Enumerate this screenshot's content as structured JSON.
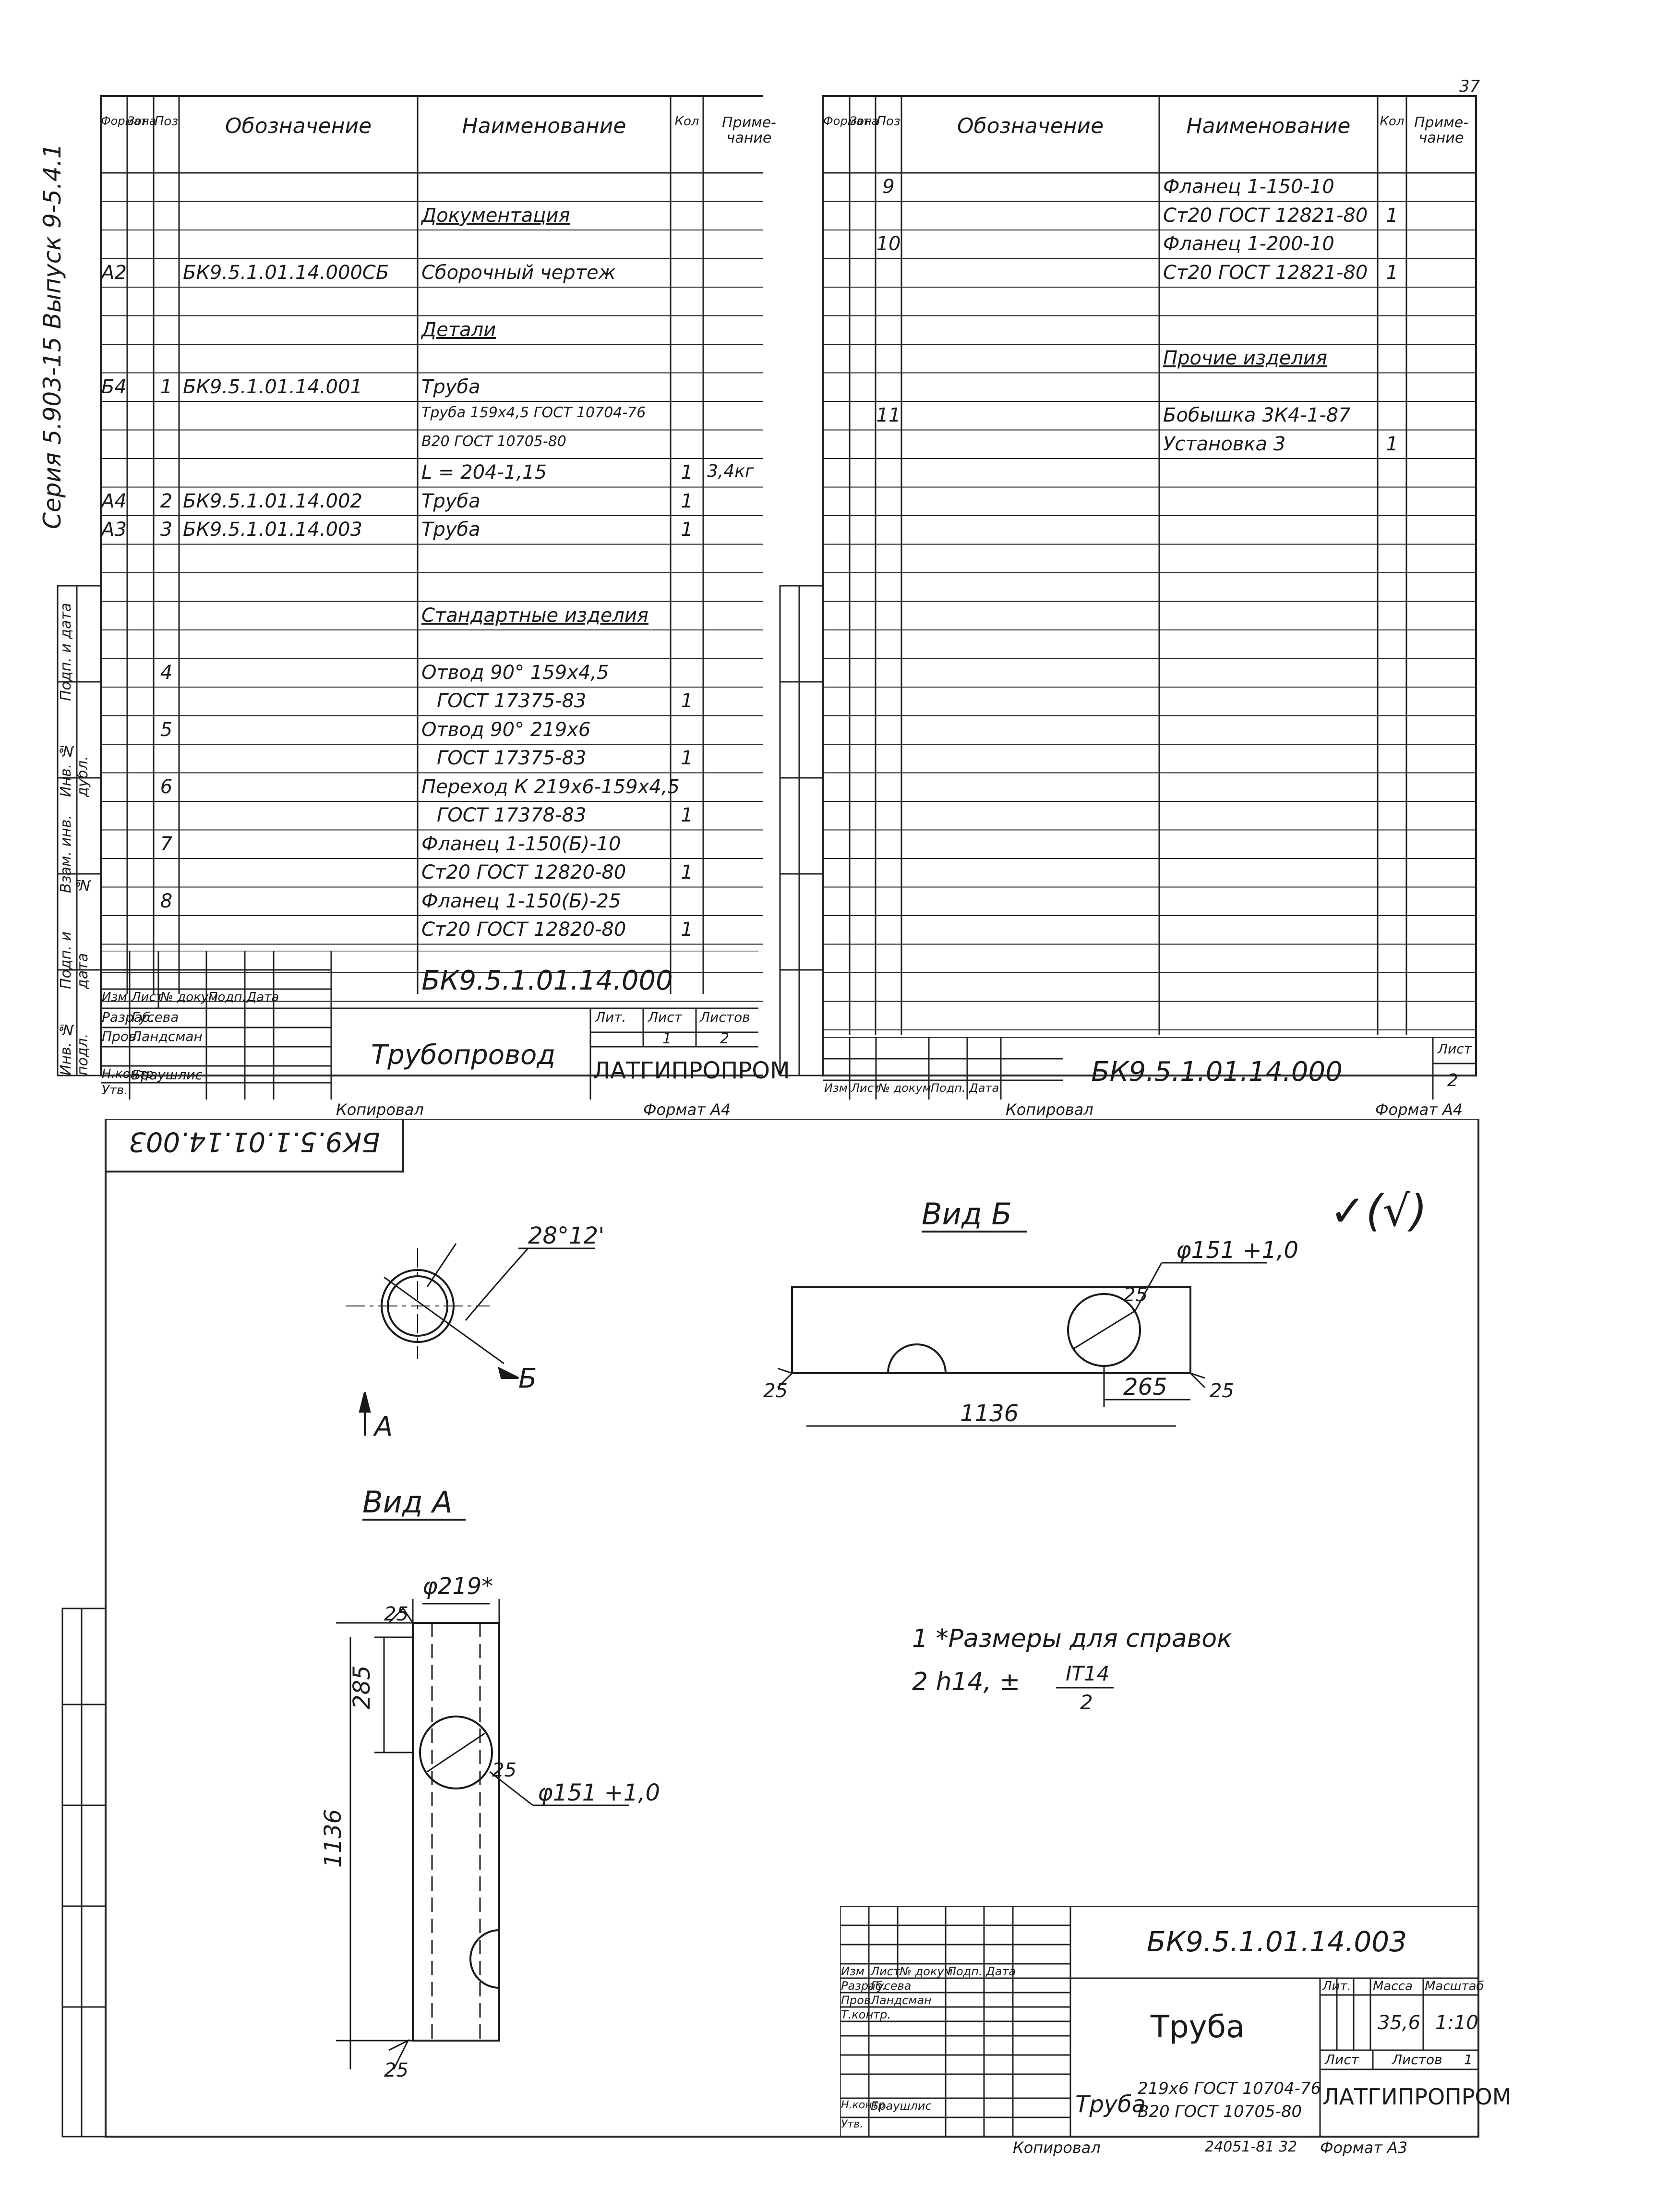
{
  "series_label": "Серия 5.903-15 Выпуск 9-5.4.1",
  "corner_sheet": "37",
  "left_spec": {
    "headers": {
      "format": "Формат",
      "zone": "Зона",
      "pos": "Поз",
      "designation": "Обозначение",
      "name": "Наименование",
      "qty": "Кол",
      "note": "Приме-\nчание"
    },
    "rows": [
      {
        "format": "",
        "zone": "",
        "pos": "",
        "designation": "",
        "name": "",
        "qty": "",
        "note": ""
      },
      {
        "format": "",
        "zone": "",
        "pos": "",
        "designation": "",
        "name": "Документация",
        "qty": "",
        "note": "",
        "style": "section"
      },
      {
        "format": "",
        "zone": "",
        "pos": "",
        "designation": "",
        "name": "",
        "qty": "",
        "note": ""
      },
      {
        "format": "А2",
        "zone": "",
        "pos": "",
        "designation": "БК9.5.1.01.14.000СБ",
        "name": "Сборочный чертеж",
        "qty": "",
        "note": ""
      },
      {
        "format": "",
        "zone": "",
        "pos": "",
        "designation": "",
        "name": "",
        "qty": "",
        "note": ""
      },
      {
        "format": "",
        "zone": "",
        "pos": "",
        "designation": "",
        "name": "Детали",
        "qty": "",
        "note": "",
        "style": "section"
      },
      {
        "format": "",
        "zone": "",
        "pos": "",
        "designation": "",
        "name": "",
        "qty": "",
        "note": ""
      },
      {
        "format": "Б4",
        "zone": "",
        "pos": "1",
        "designation": "БК9.5.1.01.14.001",
        "name": "Труба",
        "qty": "",
        "note": ""
      },
      {
        "format": "",
        "zone": "",
        "pos": "",
        "designation": "",
        "name": "Труба 159х4,5 ГОСТ 10704-76",
        "qty": "",
        "note": "",
        "style": "small"
      },
      {
        "format": "",
        "zone": "",
        "pos": "",
        "designation": "",
        "name": "В20 ГОСТ 10705-80",
        "qty": "",
        "note": "",
        "style": "small"
      },
      {
        "format": "",
        "zone": "",
        "pos": "",
        "designation": "",
        "name": "L = 204-1,15",
        "qty": "1",
        "note": "3,4кг"
      },
      {
        "format": "А4",
        "zone": "",
        "pos": "2",
        "designation": "БК9.5.1.01.14.002",
        "name": "Труба",
        "qty": "1",
        "note": ""
      },
      {
        "format": "А3",
        "zone": "",
        "pos": "3",
        "designation": "БК9.5.1.01.14.003",
        "name": "Труба",
        "qty": "1",
        "note": ""
      },
      {
        "format": "",
        "zone": "",
        "pos": "",
        "designation": "",
        "name": "",
        "qty": "",
        "note": ""
      },
      {
        "format": "",
        "zone": "",
        "pos": "",
        "designation": "",
        "name": "",
        "qty": "",
        "note": ""
      },
      {
        "format": "",
        "zone": "",
        "pos": "",
        "designation": "",
        "name": "Стандартные изделия",
        "qty": "",
        "note": "",
        "style": "section"
      },
      {
        "format": "",
        "zone": "",
        "pos": "",
        "designation": "",
        "name": "",
        "qty": "",
        "note": ""
      },
      {
        "format": "",
        "zone": "",
        "pos": "4",
        "designation": "",
        "name": "Отвод 90° 159х4,5",
        "qty": "",
        "note": ""
      },
      {
        "format": "",
        "zone": "",
        "pos": "",
        "designation": "",
        "name": "ГОСТ 17375-83",
        "qty": "1",
        "note": "",
        "style": "indent"
      },
      {
        "format": "",
        "zone": "",
        "pos": "5",
        "designation": "",
        "name": "Отвод 90° 219х6",
        "qty": "",
        "note": ""
      },
      {
        "format": "",
        "zone": "",
        "pos": "",
        "designation": "",
        "name": "ГОСТ 17375-83",
        "qty": "1",
        "note": "",
        "style": "indent"
      },
      {
        "format": "",
        "zone": "",
        "pos": "6",
        "designation": "",
        "name": "Переход К 219х6-159х4,5",
        "qty": "",
        "note": ""
      },
      {
        "format": "",
        "zone": "",
        "pos": "",
        "designation": "",
        "name": "ГОСТ 17378-83",
        "qty": "1",
        "note": "",
        "style": "indent"
      },
      {
        "format": "",
        "zone": "",
        "pos": "7",
        "designation": "",
        "name": "Фланец 1-150(Б)-10",
        "qty": "",
        "note": ""
      },
      {
        "format": "",
        "zone": "",
        "pos": "",
        "designation": "",
        "name": "Ст20 ГОСТ 12820-80",
        "qty": "1",
        "note": ""
      },
      {
        "format": "",
        "zone": "",
        "pos": "8",
        "designation": "",
        "name": "Фланец 1-150(Б)-25",
        "qty": "",
        "note": ""
      },
      {
        "format": "",
        "zone": "",
        "pos": "",
        "designation": "",
        "name": "Ст20 ГОСТ 12820-80",
        "qty": "1",
        "note": ""
      },
      {
        "format": "",
        "zone": "",
        "pos": "",
        "designation": "",
        "name": "",
        "qty": "",
        "note": ""
      },
      {
        "format": "",
        "zone": "",
        "pos": "",
        "designation": "",
        "name": "",
        "qty": "",
        "note": ""
      }
    ],
    "side_labels": [
      "Инв. № подл.",
      "Подп. и дата",
      "Взам. инв. №",
      "Инв. № дубл.",
      "Подп. и дата"
    ]
  },
  "left_title": {
    "code": "БК9.5.1.01.14.000",
    "name": "Трубопровод",
    "org": "ЛАТГИПРОПРОМ",
    "header_row": [
      "Изм",
      "Лист",
      "№ докум",
      "Подп.",
      "Дата"
    ],
    "roles": [
      {
        "role": "Разраб.",
        "person": "Гусева"
      },
      {
        "role": "Пров.",
        "person": "Ландсман"
      },
      {
        "role": "",
        "person": ""
      },
      {
        "role": "Н.контр.",
        "person": "Браушлис"
      },
      {
        "role": "Утв.",
        "person": ""
      }
    ],
    "lit_label": "Лит.",
    "sheet_label": "Лист",
    "sheets_label": "Листов",
    "sheet": "1",
    "sheets": "2",
    "copied": "Копировал",
    "format": "Формат А4"
  },
  "right_spec": {
    "headers": {
      "format": "Формат",
      "zone": "Зона",
      "pos": "Поз",
      "designation": "Обозначение",
      "name": "Наименование",
      "qty": "Кол",
      "note": "Приме-\nчание"
    },
    "rows": [
      {
        "format": "",
        "zone": "",
        "pos": "9",
        "designation": "",
        "name": "Фланец 1-150-10",
        "qty": "",
        "note": ""
      },
      {
        "format": "",
        "zone": "",
        "pos": "",
        "designation": "",
        "name": "Ст20 ГОСТ 12821-80",
        "qty": "1",
        "note": ""
      },
      {
        "format": "",
        "zone": "",
        "pos": "10",
        "designation": "",
        "name": "Фланец 1-200-10",
        "qty": "",
        "note": ""
      },
      {
        "format": "",
        "zone": "",
        "pos": "",
        "designation": "",
        "name": "Ст20 ГОСТ 12821-80",
        "qty": "1",
        "note": ""
      },
      {
        "format": "",
        "zone": "",
        "pos": "",
        "designation": "",
        "name": "",
        "qty": "",
        "note": ""
      },
      {
        "format": "",
        "zone": "",
        "pos": "",
        "designation": "",
        "name": "",
        "qty": "",
        "note": ""
      },
      {
        "format": "",
        "zone": "",
        "pos": "",
        "designation": "",
        "name": "Прочие изделия",
        "qty": "",
        "note": "",
        "style": "section"
      },
      {
        "format": "",
        "zone": "",
        "pos": "",
        "designation": "",
        "name": "",
        "qty": "",
        "note": ""
      },
      {
        "format": "",
        "zone": "",
        "pos": "11",
        "designation": "",
        "name": "Бобышка 3К4-1-87",
        "qty": "",
        "note": ""
      },
      {
        "format": "",
        "zone": "",
        "pos": "",
        "designation": "",
        "name": "Установка 3",
        "qty": "1",
        "note": ""
      }
    ],
    "blank_rows": 22
  },
  "right_title": {
    "code": "БК9.5.1.01.14.000",
    "sheet_label": "Лист",
    "sheet": "2",
    "header_row": [
      "Изм",
      "Лист",
      "№ докум",
      "Подп.",
      "Дата"
    ],
    "copied": "Копировал",
    "format": "Формат А4"
  },
  "drawing": {
    "stamp": "БК9.5.1.01.14.003",
    "roughness": "(√)",
    "section_view": {
      "angle": "28°12'",
      "arrow_b": "Б",
      "arrow_a": "А"
    },
    "view_b": {
      "title": "Вид Б",
      "hole": "φ151 +1,0",
      "chamfer": "25",
      "length": "1136",
      "offset": "265",
      "edge_left": "25",
      "edge_right": "25"
    },
    "view_a": {
      "title": "Вид А",
      "diameter": "φ219*",
      "top": "25",
      "offset": "285",
      "hole": "φ151 +1,0",
      "chamfer": "25",
      "length": "1136",
      "bottom": "25"
    },
    "notes": [
      "1  *Размеры для справок",
      "2  h14,  ±",
      "IT14",
      "2"
    ]
  },
  "main_title": {
    "code": "БК9.5.1.01.14.003",
    "name": "Труба",
    "org": "ЛАТГИПРОПРОМ",
    "lit_label": "Лит.",
    "mass_label": "Масса",
    "scale_label": "Масштаб",
    "mass": "35,6",
    "scale": "1:10",
    "sheet_label": "Лист",
    "sheets_label": "Листов",
    "sheets": "1",
    "header_row": [
      "Изм",
      "Лист",
      "№ докум",
      "Подп.",
      "Дата"
    ],
    "roles": [
      {
        "role": "Разраб.",
        "person": "Гусева"
      },
      {
        "role": "Пров.",
        "person": "Ландсман"
      },
      {
        "role": "Т.контр.",
        "person": ""
      },
      {
        "role": "",
        "person": ""
      },
      {
        "role": "Н.контр.",
        "person": "Браушлис"
      },
      {
        "role": "Утв.",
        "person": ""
      }
    ],
    "material_prefix": "Труба",
    "material_top": "219х6 ГОСТ 10704-76",
    "material_bottom": "В20 ГОСТ 10705-80",
    "copied": "Копировал",
    "doc_num": "24051-81  32",
    "format": "Формат А3"
  }
}
